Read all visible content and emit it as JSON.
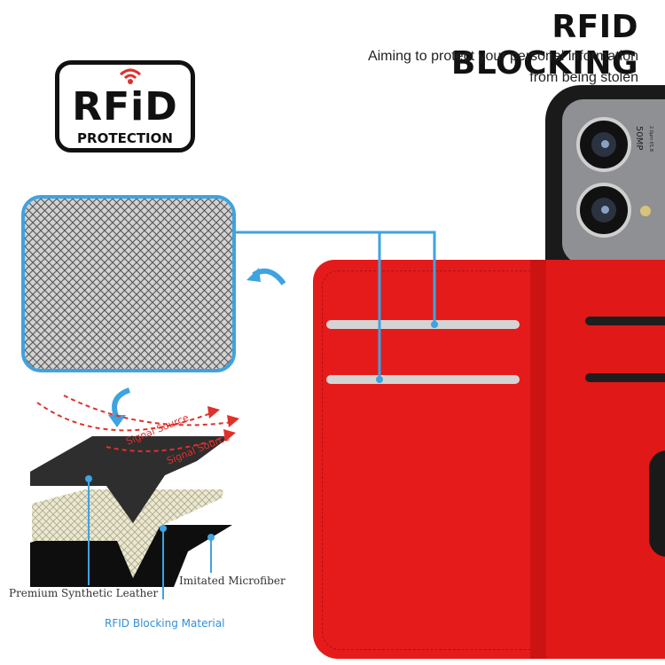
{
  "header": {
    "title": "RFID BLOCKING",
    "subtitle_line1": "Aiming to protect your personal information",
    "subtitle_line2": "from being stolen"
  },
  "badge": {
    "logo_text": "RFiD",
    "protection_text": "PROTECTION"
  },
  "phone": {
    "camera_label_main": "50MP",
    "camera_label_small": "2.0μm f/1.8"
  },
  "diagram": {
    "signal_label_1": "Signal Source",
    "signal_label_2": "Signal Source",
    "layer_top": "Premium Synthetic Leather",
    "layer_bottom": "Imitated Microfiber",
    "layer_middle": "RFID Blocking Material"
  },
  "colors": {
    "accent_blue": "#3ea3e0",
    "wallet_red": "#e51b1b",
    "signal_red": "#e0302a"
  }
}
